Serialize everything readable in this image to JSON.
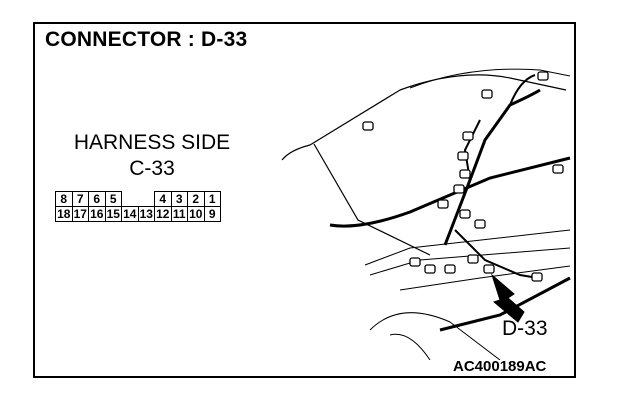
{
  "title": "CONNECTOR : D-33",
  "harness": {
    "line1": "HARNESS SIDE",
    "line2": "C-33"
  },
  "connector": {
    "top_row": [
      "8",
      "7",
      "6",
      "5",
      "",
      "",
      "4",
      "3",
      "2",
      "1"
    ],
    "bottom_row": [
      "18",
      "17",
      "16",
      "15",
      "14",
      "13",
      "12",
      "11",
      "10",
      "9"
    ]
  },
  "callout_label": "D-33",
  "figure_code": "AC400189AC"
}
